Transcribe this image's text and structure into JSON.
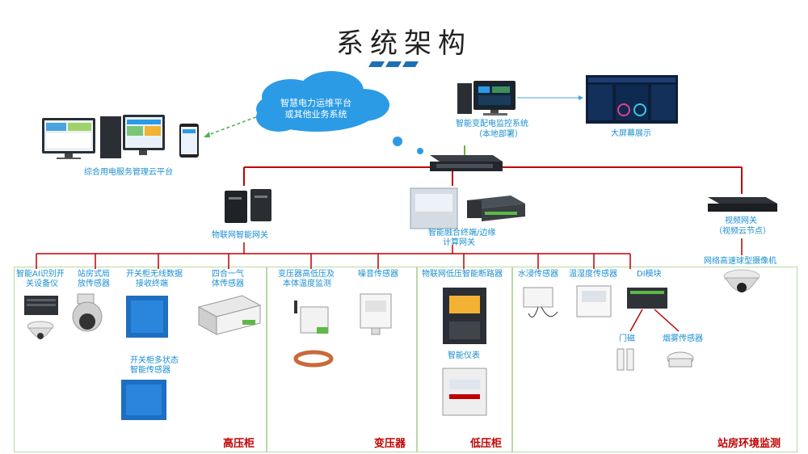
{
  "title": "系统架构",
  "cloud": {
    "line1": "智慧电力运维平台",
    "line2": "或其他业务系统"
  },
  "top_nodes": {
    "cloud_platform": "综合用电服务管理云平台",
    "local_monitor_line1": "智能变配电监控系统",
    "local_monitor_line2": "（本地部署）",
    "big_screen": "大屏幕展示"
  },
  "gateways": {
    "iot_gateway": "物联网智能网关",
    "fusion_line1": "智能融合终端/边缘",
    "fusion_line2": "计算网关",
    "video_line1": "视频网关",
    "video_line2": "（视频云节点）"
  },
  "devices": {
    "ai_device_line1": "智能AI识别开",
    "ai_device_line2": "关设备仪",
    "station_sensor_line1": "站房式局",
    "station_sensor_line2": "放传感器",
    "switch_wireless_line1": "开关柜无线数据",
    "switch_wireless_line2": "接收终端",
    "four_in_one_line1": "四合一气",
    "four_in_one_line2": "体传感器",
    "switch_multistate_line1": "开关柜多状态",
    "switch_multistate_line2": "智能传感器",
    "transformer_temp_line1": "变压器高低压及",
    "transformer_temp_line2": "本体温度监测",
    "noise_sensor": "噪音传感器",
    "lv_breaker": "物联网低压智能断路器",
    "smart_meter": "智能仪表",
    "water_sensor": "水浸传感器",
    "temp_humidity": "温湿度传感器",
    "di_module": "DI模块",
    "door_sensor": "门磁",
    "smoke_sensor": "烟雾传感器",
    "dome_camera": "网络高速球型摄像机"
  },
  "zones": {
    "hv": "高压柜",
    "transformer": "变压器",
    "lv": "低压柜",
    "environment": "站房环境监测"
  },
  "colors": {
    "accent": "#1a8fd0",
    "cloud": "#2b9be6",
    "wire_red": "#c00000",
    "wire_green": "#6cb33e",
    "zone_border": "#b9d9a5",
    "title_bar": "#1f6fb5"
  }
}
